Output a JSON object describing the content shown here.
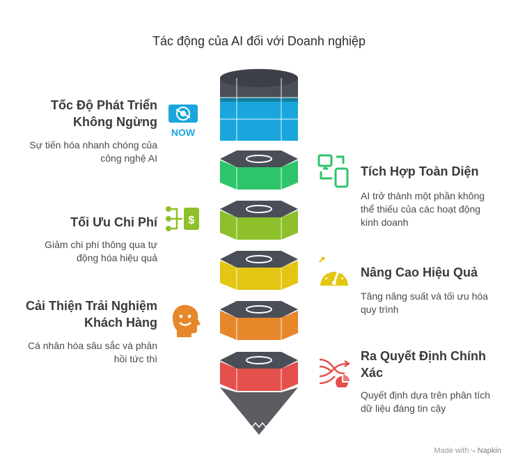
{
  "title": "Tác động của AI đối với Doanh nghiệp",
  "items": [
    {
      "label_lines": [
        "Tốc Độ Phát Triển",
        "Không Ngừng"
      ],
      "desc_lines": [
        "Sự tiến hóa nhanh chóng của",
        "công nghệ AI"
      ],
      "color": "#1aa6dc",
      "side": "left",
      "icon": "now-icon",
      "icon_text": "NOW"
    },
    {
      "label_lines": [
        "Tích Hợp Toàn Diện"
      ],
      "desc_lines": [
        "AI trở thành một phần không",
        "thể thiếu của các hoạt động",
        "kinh doanh"
      ],
      "color": "#2ec46a",
      "side": "right",
      "icon": "devices-icon"
    },
    {
      "label_lines": [
        "Tối Ưu Chi Phí"
      ],
      "desc_lines": [
        "Giảm chi phí thông qua tự",
        "động hóa hiệu quả"
      ],
      "color": "#8dc02a",
      "side": "left",
      "icon": "cost-flow-icon"
    },
    {
      "label_lines": [
        "Nâng Cao Hiệu Quả"
      ],
      "desc_lines": [
        "Tăng năng suất và tối ưu hóa",
        "quy trình"
      ],
      "color": "#e3c613",
      "side": "right",
      "icon": "speedometer-icon"
    },
    {
      "label_lines": [
        "Cải Thiện Trải Nghiệm",
        "Khách Hàng"
      ],
      "desc_lines": [
        "Cá nhân hóa sâu sắc và phản",
        "hồi tức thì"
      ],
      "color": "#e6872a",
      "side": "left",
      "icon": "smiling-head-icon"
    },
    {
      "label_lines": [
        "Ra Quyết Định Chính",
        "Xác"
      ],
      "desc_lines": [
        "Quyết định dựa trên phân tích",
        "dữ liệu đáng tin cậy"
      ],
      "color": "#e4504b",
      "side": "right",
      "icon": "decision-chart-icon"
    }
  ],
  "colors": {
    "cap": "#4a4e57",
    "cap_rim": "#3a3d44",
    "tip": "#5b5d62"
  },
  "footer": {
    "made_with": "Made with",
    "brand": "Napkin"
  }
}
